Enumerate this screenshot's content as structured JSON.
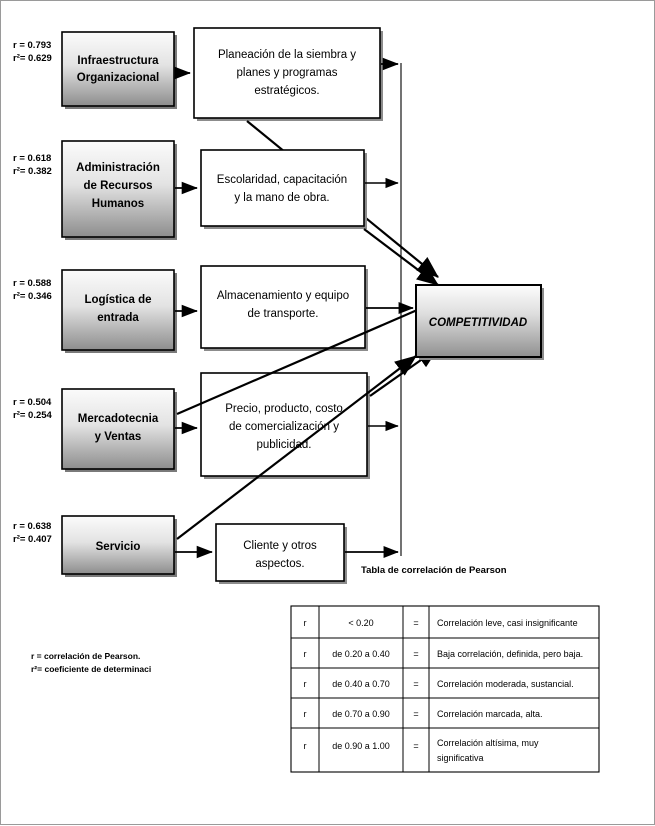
{
  "diagram": {
    "title_hidden": "",
    "competitividad_label": "COMPETITIVIDAD",
    "tabla_caption": "Tabla de correlación de Pearson",
    "rows": [
      {
        "id": "infraestructura",
        "correlation": {
          "r": "r = 0.793",
          "r2": "r²= 0.629"
        },
        "driver": {
          "line1": "Infraestructura",
          "line2": "Organizacional"
        },
        "process": {
          "line1": "Planeación de la siembra y",
          "line2": "planes y programas",
          "line3": "estratégicos."
        }
      },
      {
        "id": "recursos-humanos",
        "correlation": {
          "r": "r = 0.618",
          "r2": "r²= 0.382"
        },
        "driver": {
          "line1": "Administración",
          "line2": "de Recursos",
          "line3": "Humanos"
        },
        "process": {
          "line1": "Escolaridad, capacitación",
          "line2": "y la mano de obra.",
          "line3": ""
        }
      },
      {
        "id": "logistica-entrada",
        "correlation": {
          "r": "r = 0.588",
          "r2": "r²= 0.346"
        },
        "driver": {
          "line1": "Logística de",
          "line2": "entrada"
        },
        "process": {
          "line1": "Almacenamiento y equipo",
          "line2": "de transporte.",
          "line3": ""
        }
      },
      {
        "id": "mercadotecnia-ventas",
        "correlation": {
          "r": "r = 0.504",
          "r2": "r²= 0.254"
        },
        "driver": {
          "line1": "Mercadotecnia",
          "line2": "y Ventas"
        },
        "process": {
          "line1": "Precio, producto, costo",
          "line2": "de comercialización y",
          "line3": "publicidad."
        }
      },
      {
        "id": "servicio",
        "correlation": {
          "r": "r = 0.638",
          "r2": "r²= 0.407"
        },
        "driver": {
          "line1": "Servicio",
          "line2": ""
        },
        "process": {
          "line1": "Cliente y otros",
          "line2": "aspectos.",
          "line3": ""
        }
      }
    ]
  },
  "legend": {
    "line1": "r =  correlación de Pearson.",
    "line2": "r²=  coeficiente de determinaci"
  },
  "table": {
    "rows": [
      {
        "symbol": "r",
        "range": "< 0.20",
        "eq": "=",
        "desc1": "Correlación leve, casi insignificante",
        "desc2": ""
      },
      {
        "symbol": "r",
        "range": "de 0.20 a 0.40",
        "eq": "=",
        "desc1": "Baja correlación, definida, pero baja.",
        "desc2": ""
      },
      {
        "symbol": "r",
        "range": "de 0.40 a 0.70",
        "eq": "=",
        "desc1": "Correlación moderada, sustancial.",
        "desc2": ""
      },
      {
        "symbol": "r",
        "range": "de 0.70 a 0.90",
        "eq": "=",
        "desc1": "Correlación marcada, alta.",
        "desc2": ""
      },
      {
        "symbol": "r",
        "range": "de 0.90 a 1.00",
        "eq": "=",
        "desc1": "Correlación altísima, muy",
        "desc2": "significativa"
      }
    ]
  },
  "colors": {
    "border": "#000000",
    "box_shadow": "#7a7a7a",
    "gradient_top": "#f5f5f5",
    "gradient_bottom": "#8f8f8f",
    "page_border": "#9a9a9a"
  }
}
